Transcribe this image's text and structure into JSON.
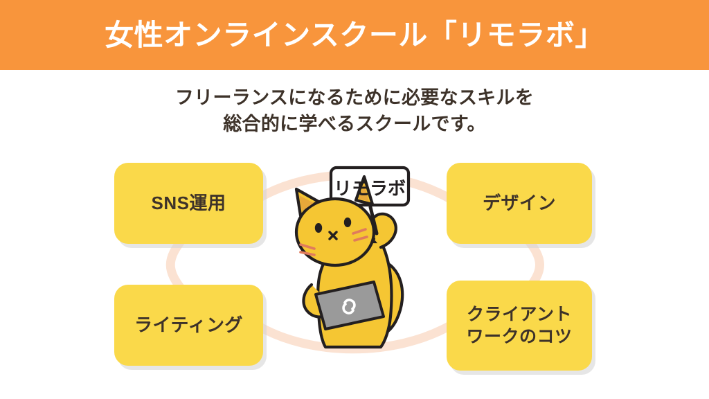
{
  "header": {
    "title": "女性オンラインスクール「リモラボ」",
    "background_color": "#f8953c",
    "text_color": "#ffffff"
  },
  "subtitle": {
    "line1": "フリーランスになるために必要なスキルを",
    "line2": "総合的に学べるスクールです。",
    "text_color": "#3d3229"
  },
  "diagram": {
    "card_color": "#fad94a",
    "card_text_color": "#3d3229",
    "connector_color": "#fbe2d2",
    "cards": [
      {
        "id": "sns",
        "label": "SNS運用",
        "position": "top-left"
      },
      {
        "id": "design",
        "label": "デザイン",
        "position": "top-right"
      },
      {
        "id": "writing",
        "label": "ライティング",
        "position": "bottom-left"
      },
      {
        "id": "client",
        "label_line1": "クライアント",
        "label_line2": "ワークのコツ",
        "position": "bottom-right"
      }
    ]
  },
  "mascot": {
    "name": "cat-mascot",
    "sign_text": "リモラボ",
    "body_color": "#f5c633",
    "outline_color": "#231f20",
    "laptop_color": "#9a9a9a",
    "laptop_icon": "link-icon"
  }
}
